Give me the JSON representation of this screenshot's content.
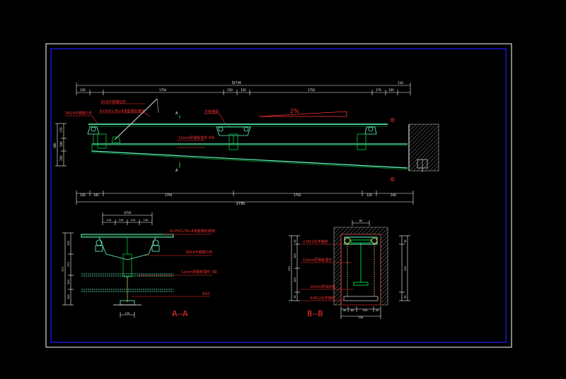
{
  "colors": {
    "background": "#000000",
    "outer_frame": "#ffffff",
    "inner_frame": "#1a1aff",
    "dim_line": "#ffffff",
    "structure": "#00cc33",
    "glass": "#66ffcc",
    "annotation": "#ff3333",
    "bolt": "#ffff66",
    "wall_hatch": "#bbbbbb",
    "dim_text": "#ffffff"
  },
  "elevation": {
    "top_overall": "3(?)4",
    "top_segments": [
      "120",
      "1750",
      "150",
      "120",
      "1750",
      "170",
      "150",
      "110"
    ],
    "bottom_overall": "3795",
    "bottom_segments": [
      "120",
      "165",
      "1750",
      "1750",
      "120",
      "240"
    ],
    "left_heights": [
      "170",
      "100",
      "150"
    ],
    "left_total": "380",
    "labels": {
      "rod_note": "Φ16不锈钢拉杆",
      "glass_note": "8+PVCL76+8夹胶钢化玻璃",
      "bracket_note": "2Φ14不锈钢爪件",
      "beam_note": "方管钢梁",
      "plate_note": "12mm厚钢板埋件 6块",
      "slope": "2%",
      "section_a_top": "A",
      "section_a_bottom": "A",
      "section_b_top": "B",
      "section_b_bottom": "B"
    }
  },
  "section_aa": {
    "title": "A--A",
    "top_dims": [
      "120",
      "120",
      "120",
      "120"
    ],
    "top_total": "1(?)0",
    "left_dims": [
      "100",
      "170",
      "100",
      "100"
    ],
    "left_total": "370",
    "bottom_dim": "120",
    "notes": [
      "8+PVCL76+8夹胶钢化玻璃",
      "2Φ14不锈钢爪件",
      "12mm厚钢板埋件 3块",
      "Φ16"
    ]
  },
  "section_bb": {
    "title": "B--B",
    "top_dim": "80",
    "left_dims": [
      "30",
      "100",
      "100",
      "30"
    ],
    "left_total": "310",
    "right_dims": [
      "30",
      "120",
      "30"
    ],
    "bottom_dims": [
      "30",
      "80",
      "100",
      "20"
    ],
    "bottom_total": "240",
    "notes": [
      "2-M12化学锚栓",
      "12mm厚钢板埋件",
      "10mm厚加劲板",
      "4-M12化学锚栓"
    ]
  }
}
